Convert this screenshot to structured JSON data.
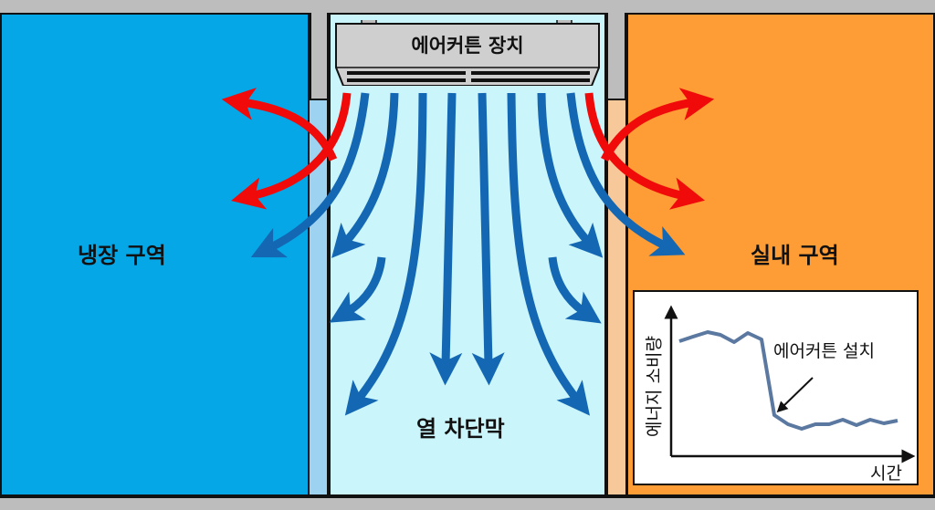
{
  "device": {
    "label": "에어커튼 장치"
  },
  "zones": {
    "cold": {
      "label": "냉장 구역",
      "color": "#06a7e6"
    },
    "indoor": {
      "label": "실내 구역",
      "color": "#fe9c35"
    },
    "curtain": {
      "label": "열 차단막",
      "color": "#c9f5fb"
    }
  },
  "colors": {
    "cold_air": "#1467b3",
    "warm_air": "#f00a0a",
    "wall": "#bdbdbd"
  },
  "chart_data": {
    "type": "line",
    "title": "",
    "xlabel": "시간",
    "ylabel": "에너지 소비량",
    "annotation": "에어커튼 설치",
    "grid": false,
    "x": [
      0,
      1,
      2,
      3,
      4,
      5,
      6,
      7,
      8,
      9,
      10,
      11,
      12,
      13,
      14,
      15,
      16,
      17,
      18,
      19,
      20,
      21,
      22
    ],
    "series": [
      {
        "name": "에너지 소비량",
        "values": [
          82,
          85,
          88,
          87,
          82,
          88,
          84,
          40,
          35,
          32,
          34,
          34,
          36,
          33,
          36,
          34,
          35,
          null,
          null,
          null,
          null,
          null,
          null
        ]
      }
    ],
    "ylim": [
      0,
      100
    ]
  }
}
